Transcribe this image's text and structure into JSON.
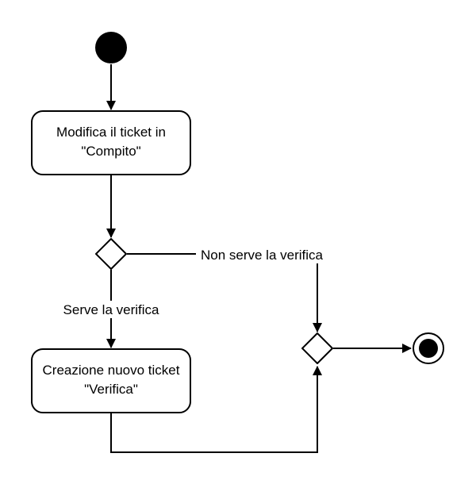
{
  "diagram": {
    "type": "uml-activity",
    "nodes": {
      "start": {
        "kind": "initial-node"
      },
      "action_modify": {
        "kind": "action",
        "lines": [
          "Modifica il ticket in",
          "\"Compito\""
        ]
      },
      "decision": {
        "kind": "decision"
      },
      "action_create": {
        "kind": "action",
        "lines": [
          "Creazione nuovo ticket",
          "\"Verifica\""
        ]
      },
      "merge": {
        "kind": "merge"
      },
      "end": {
        "kind": "final-node"
      }
    },
    "edges": {
      "no_verify": {
        "from": "decision",
        "to": "merge",
        "label": "Non serve la verifica"
      },
      "verify": {
        "from": "decision",
        "to": "action_create",
        "label": "Serve la verifica"
      }
    },
    "colors": {
      "stroke": "#000000",
      "fill": "#ffffff",
      "text": "#000000"
    }
  }
}
